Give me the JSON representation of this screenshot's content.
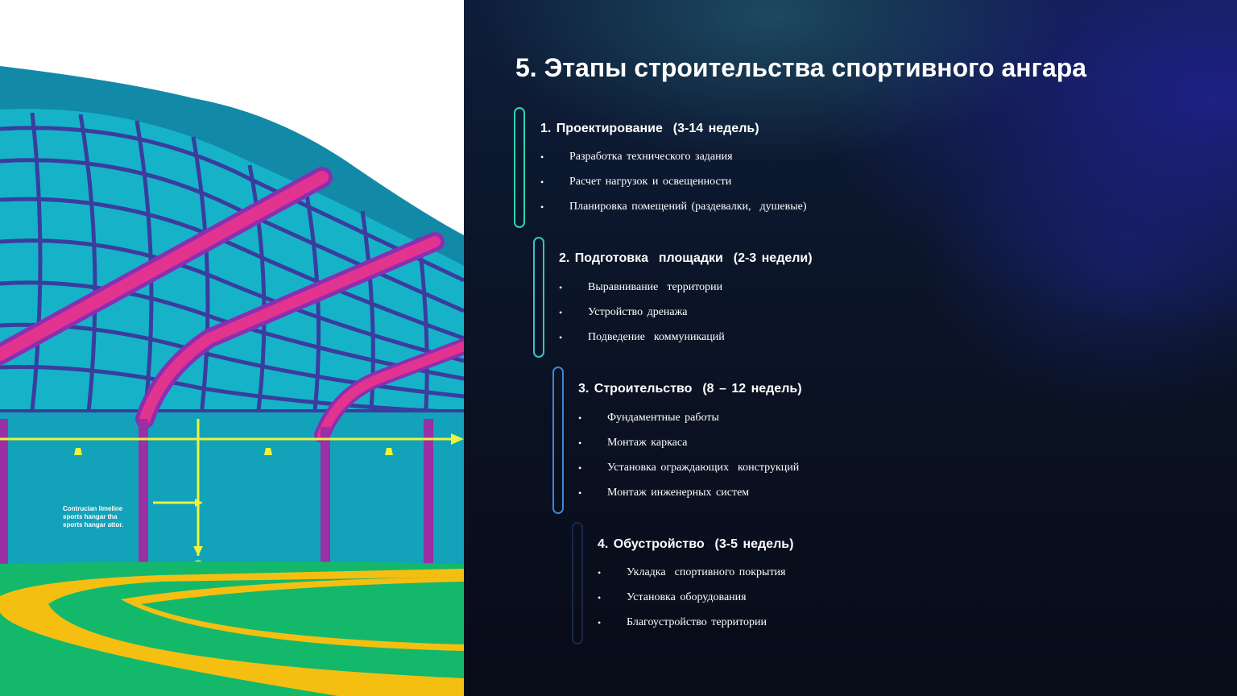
{
  "slide": {
    "title": "5. Этапы строительства спортивного ангара",
    "illustration": {
      "caption_lines": [
        "Contrucian limeline",
        "sports hangar tha",
        "sports hangar attor."
      ],
      "colors": {
        "dome": "#1389a8",
        "glass": "#16b3c8",
        "frame": "#3a3d9e",
        "beam": "#e2338f",
        "wall": "#12a2b9",
        "grass": "#14b86a",
        "path": "#f5bf12",
        "line": "#eef33a"
      }
    },
    "stages": [
      {
        "heading": "1. Проектирование  (3-14 недель)",
        "bracket_color": "#2fd3b0",
        "items": [
          "Разработка технического задания",
          "Расчет нагрузок и освещенности",
          "Планировка помещений (раздевалки,  душевые)"
        ]
      },
      {
        "heading": "2. Подготовка  площадки  (2-3 недели)",
        "bracket_color": "#3cc1c6",
        "items": [
          "Выравнивание  территории",
          "Устройство дренажа",
          "Подведение  коммуникаций"
        ]
      },
      {
        "heading": "3. Строительство  (8 – 12 недель)",
        "bracket_color": "#3f84d8",
        "items": [
          "Фундаментные работы",
          "Монтаж каркаса",
          "Установка ограждающих  конструкций",
          "Монтаж инженерных систем"
        ]
      },
      {
        "heading": "4. Обустройство  (3-5 недель)",
        "bracket_color": "#1a2748",
        "items": [
          "Укладка  спортивного покрытия",
          "Установка оборудования",
          "Благоустройство территории"
        ]
      }
    ]
  }
}
